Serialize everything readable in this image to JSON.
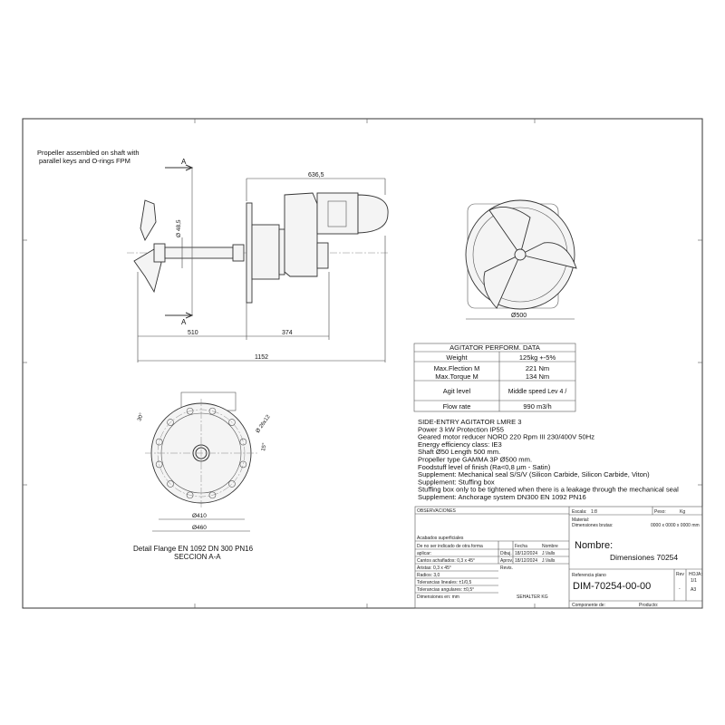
{
  "notes": {
    "propeller_line1": "Propeller assembled on shaft with",
    "propeller_line2": "parallel keys and O-rings FPM"
  },
  "dimensions": {
    "section_marker": "A",
    "d_636": "636,5",
    "d_shaft": "Ø 48,5",
    "d_510": "510",
    "d_374": "374",
    "d_1152": "1152",
    "d_500": "Ø500",
    "angle_30": "30°",
    "holes": "Ø 26x12",
    "angle_15": "15°",
    "d_410": "Ø410",
    "d_460": "Ø460"
  },
  "flange_caption": {
    "line1": "Detail Flange EN 1092 DN 300 PN16",
    "line2": "SECCION A-A"
  },
  "performance": {
    "title": "AGITATOR PERFORM. DATA",
    "rows": [
      {
        "label": "Weight",
        "value": "125kg +-5%"
      },
      {
        "label": "Max.Flection M",
        "value": "221 Nm"
      },
      {
        "label": "Max.Torque M",
        "value": "134 Nm"
      },
      {
        "label": "Agit level",
        "value": "Middle speed Lev 4 /"
      },
      {
        "label": "Flow rate",
        "value": "990 m3/h"
      }
    ]
  },
  "spec": [
    "SIDE-ENTRY AGITATOR LMRE 3",
    "Power 3 kW Protection IP55",
    "Geared motor reducer NORD 220 Rpm III 230/400V 50Hz",
    " Energy efficiency class: IE3",
    " Shaft Ø50 Length 500 mm.",
    "Propeller type GAMMA 3P Ø500 mm.",
    " Foodstuff level of finish (Ra<0,8 µm - Satin)",
    "Supplement: Mechanical seal S/S/V (Silicon Carbide, Silicon Carbide, Viton)",
    "Supplement: Stuffing box",
    " Stuffing box only to be tightened when there is a leakage through the mechanical seal",
    "Supplement: Anchorage system DN300 EN 1092 PN16"
  ],
  "title_block": {
    "observaciones": "OBSERVACIONES",
    "acabados": "Acabados superficiales",
    "left_rows": [
      "De no ser indicado de otra forma",
      "aplicar:",
      "Cantos achaflados: 0,3 x 45°",
      "Aristas: 0,3 x 45°",
      "Radios: 3,0",
      "Tolerancias lineales: ±1/0,5",
      "Tolerancias angulares: ±0,5°",
      "Dimensiones en: mm"
    ],
    "fecha": "Fecha",
    "nombre_col": "Nombre",
    "dibuj": "Dibuj.",
    "dibuj_date": "18/12/2024",
    "dibuj_name": "J.Valls",
    "aprov": "Aprov.",
    "aprov_date": "18/12/2024",
    "aprov_name": "J.Valls",
    "revis": "Revis.",
    "company": "SEHALTER KG",
    "escala_label": "Escala:",
    "escala": "1:8",
    "peso_label": "Peso:",
    "peso_unit": "Kg",
    "material_label": "Material:",
    "dim_brutas_label": "Dimensiones brutas:",
    "dim_brutas": "0000 x 0000 x 0000 mm",
    "nombre_label": "Nombre:",
    "nombre": "Dimensiones 70254",
    "ref_label": "Referencia plano",
    "ref": "DIM-70254-00-00",
    "rev_label": "Rev",
    "rev": "-",
    "hoja_label": "HOJA:",
    "hoja": "1/1",
    "size": "A3",
    "componente_label": "Componente de:",
    "producto_label": "Producto:"
  }
}
